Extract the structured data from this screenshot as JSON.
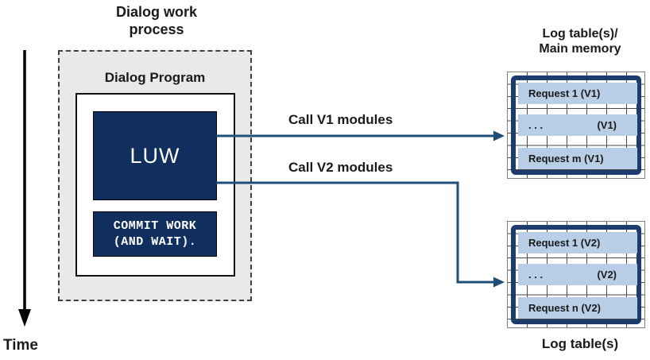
{
  "header": {
    "title": "Dialog work process"
  },
  "time_axis": {
    "label": "Time"
  },
  "process": {
    "program_label": "Dialog Program",
    "luw_label": "LUW",
    "commit_line1": "COMMIT WORK",
    "commit_line2": "(AND WAIT)."
  },
  "calls": [
    {
      "label": "Call V1 modules"
    },
    {
      "label": "Call V2 modules"
    }
  ],
  "tables": [
    {
      "title_line1": "Log table(s)/",
      "title_line2": "Main memory",
      "rows": [
        {
          "left": "Request 1 (V1)",
          "right": ""
        },
        {
          "left": ". . .",
          "right": "(V1)"
        },
        {
          "left": "Request m (V1)",
          "right": ""
        }
      ]
    },
    {
      "caption": "Log table(s)",
      "rows": [
        {
          "left": "Request 1 (V2)",
          "right": ""
        },
        {
          "left": ". . .",
          "right": "(V2)"
        },
        {
          "left": "Request n (V2)",
          "right": ""
        }
      ]
    }
  ],
  "colors": {
    "navy": "#112f5e",
    "tableBorder": "#1c3c6e",
    "arrow": "#1f4e79",
    "band": "#b7cee6",
    "panelGray": "#e9e9e9",
    "gridLine": "#4a4a4a",
    "ink": "#1a1a1a"
  }
}
